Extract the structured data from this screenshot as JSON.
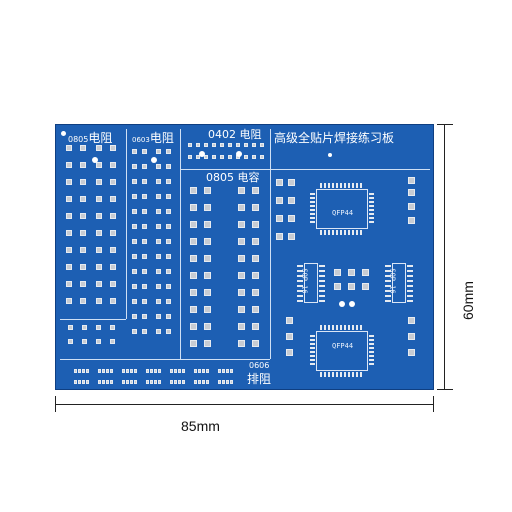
{
  "board": {
    "title": "高级全贴片焊接练习板",
    "sections": {
      "s0805r_num": "0805",
      "s0805r_cn": "电阻",
      "s0603r_num": "0603",
      "s0603r_cn": "电阻",
      "s0402r": "0402 电阻",
      "s0805c": "0805 电容",
      "s0606_num": "0606",
      "s0606_cn": "排阻"
    },
    "chips": {
      "qfp_top": "QFP44",
      "qfp_bottom": "QFP44",
      "sop_left": "SOP-16",
      "sop_right": "SOP-16"
    },
    "colors": {
      "pcb": "#1d5fb3",
      "silk": "#ffffff"
    }
  },
  "dimensions": {
    "width_label": "85mm",
    "height_label": "60mm"
  }
}
